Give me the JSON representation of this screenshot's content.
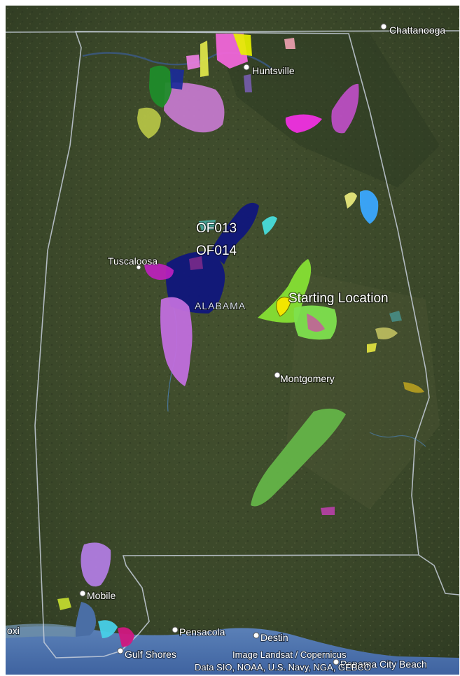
{
  "map": {
    "labels": {
      "state": "ALABAMA",
      "start": "Starting Location",
      "of013": "OF013",
      "of014": "OF014"
    },
    "cities": {
      "chattanooga": "Chattanooga",
      "huntsville": "Huntsville",
      "tuscaloosa": "Tuscaloosa",
      "montgomery": "Montgomery",
      "mobile": "Mobile",
      "pensacola": "Pensacola",
      "destin": "Destin",
      "gulf_shores": "Gulf Shores",
      "panama_city_beach": "Panama City Beach",
      "biloxi_fragment": "oxi"
    },
    "attribution": {
      "line1": "Image Landsat / Copernicus",
      "line2": "Data SIO, NOAA, U.S. Navy, NGA, GEBCO"
    },
    "colors": {
      "land": "#3d4a2c",
      "water": "#4a6fa8",
      "border": "#c7cfdb",
      "pin": "#f2e600"
    }
  }
}
